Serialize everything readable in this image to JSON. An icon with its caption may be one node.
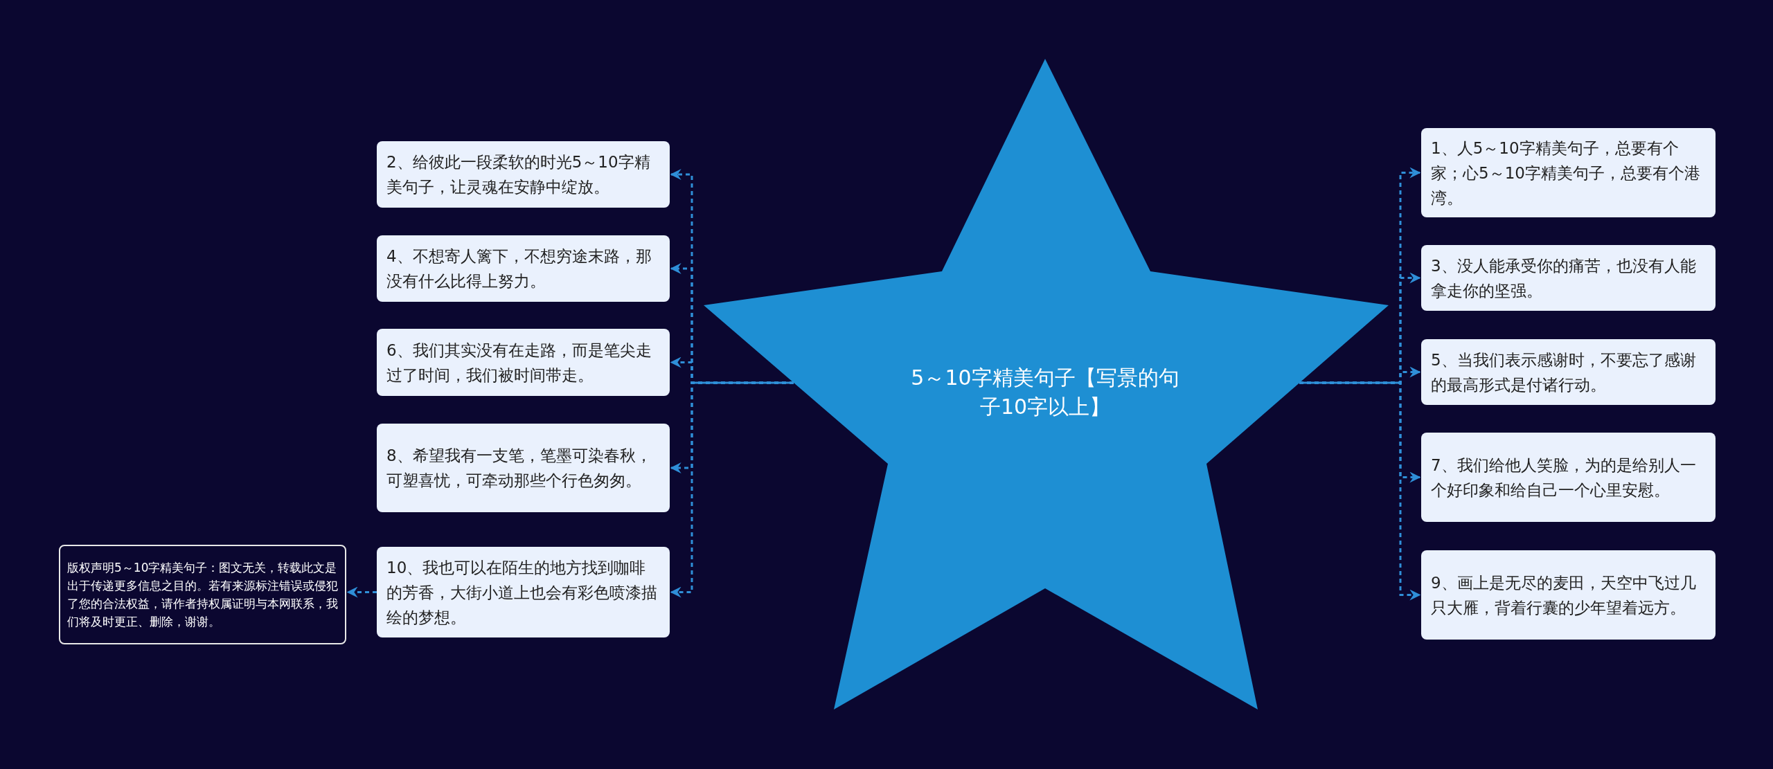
{
  "diagram": {
    "nodes": [
      {
        "text": [
          "5～10字精美句子【写景的句子10字以上】"
        ]
      },
      {
        "text": [
          "2、给彼此一段柔软的时光5～10字精美句子，让灵魂在安静中绽放。"
        ]
      },
      {
        "text": [
          "4、不想寄人篱下，不想穷途末路，那没有什么比得上努力。"
        ]
      },
      {
        "text": [
          "6、我们其实没有在走路，而是笔尖走过了时间，我们被时间带走。"
        ]
      },
      {
        "text": [
          "8、希望我有一支笔，笔墨可染春秋，可塑喜忧，可牵动那些个行色匆匆。"
        ]
      },
      {
        "text": [
          "10、我也可以在陌生的地方找到咖啡的芳香，大街小道上也会有彩色喷漆描绘的梦想。"
        ]
      },
      {
        "text": [
          "版权声明5～10字精美句子：图文无关，转载此文是出于传递更多信息之目的。若有来源标注错误或侵犯了您的合法权益，请作者持权属证明与本网联系，我们将及时更正、删除，谢谢。"
        ]
      },
      {
        "text": [
          "1、人5～10字精美句子，总要有个家；心5～10字精美句子，总要有个港湾。"
        ]
      },
      {
        "text": [
          "3、没人能承受你的痛苦，也没有人能拿走你的坚强。"
        ]
      },
      {
        "text": [
          "5、当我们表示感谢时，不要忘了感谢的最高形式是付诸行动。"
        ]
      },
      {
        "text": [
          "7、我们给他人笑脸，为的是给别人一个好印象和给自己一个心里安慰。"
        ]
      },
      {
        "text": [
          "9、画上是无尽的麦田，天空中飞过几只大雁，背着行囊的少年望着远方。"
        ]
      }
    ],
    "edges": [
      {
        "from": 0,
        "to": 1,
        "arrow": "to"
      },
      {
        "from": 0,
        "to": 2,
        "arrow": "to"
      },
      {
        "from": 0,
        "to": 3,
        "arrow": "to"
      },
      {
        "from": 0,
        "to": 4,
        "arrow": "to"
      },
      {
        "from": 0,
        "to": 5,
        "arrow": "to"
      },
      {
        "from": 5,
        "to": 6,
        "arrow": "to"
      },
      {
        "from": 0,
        "to": 7,
        "arrow": "to"
      },
      {
        "from": 0,
        "to": 8,
        "arrow": "to"
      },
      {
        "from": 0,
        "to": 9,
        "arrow": "to"
      },
      {
        "from": 0,
        "to": 10,
        "arrow": "to"
      },
      {
        "from": 0,
        "to": 11,
        "arrow": "to"
      }
    ]
  }
}
